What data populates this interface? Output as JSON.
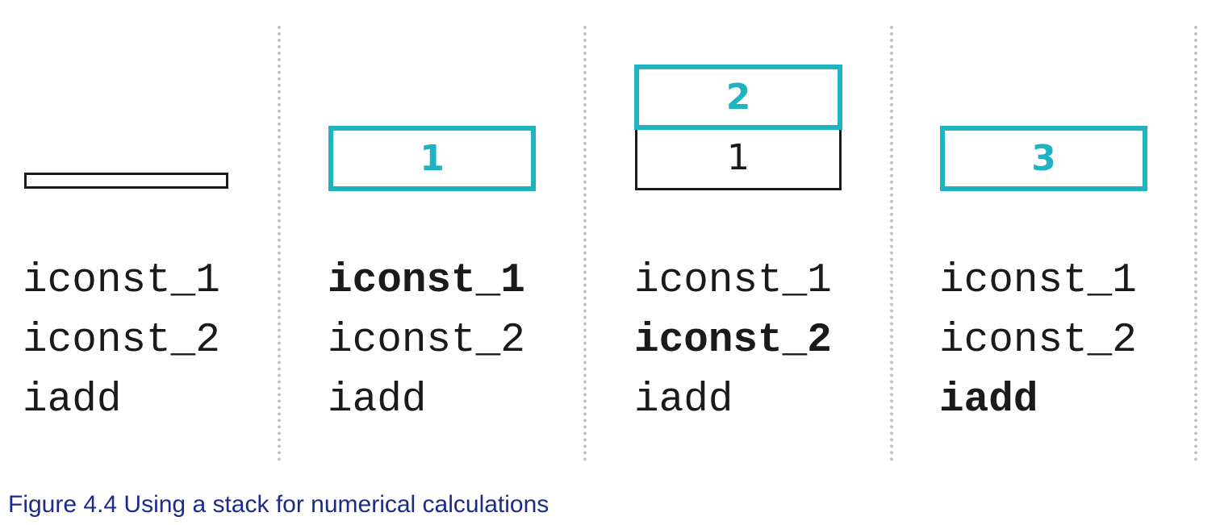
{
  "figure": {
    "caption": "Figure 4.4 Using a stack for numerical calculations"
  },
  "colors": {
    "accent": "#1fb3c2",
    "ink": "#1a1a1a",
    "divider": "#c4c4c4",
    "caption": "#1c2a8a"
  },
  "panels": [
    {
      "stack": [],
      "code": [
        "iconst_1",
        "iconst_2",
        "iadd"
      ],
      "active_line": null
    },
    {
      "stack": [
        "1"
      ],
      "code": [
        "iconst_1",
        "iconst_2",
        "iadd"
      ],
      "active_line": 0
    },
    {
      "stack": [
        "2",
        "1"
      ],
      "code": [
        "iconst_1",
        "iconst_2",
        "iadd"
      ],
      "active_line": 1
    },
    {
      "stack": [
        "3"
      ],
      "code": [
        "iconst_1",
        "iconst_2",
        "iadd"
      ],
      "active_line": 2
    }
  ]
}
